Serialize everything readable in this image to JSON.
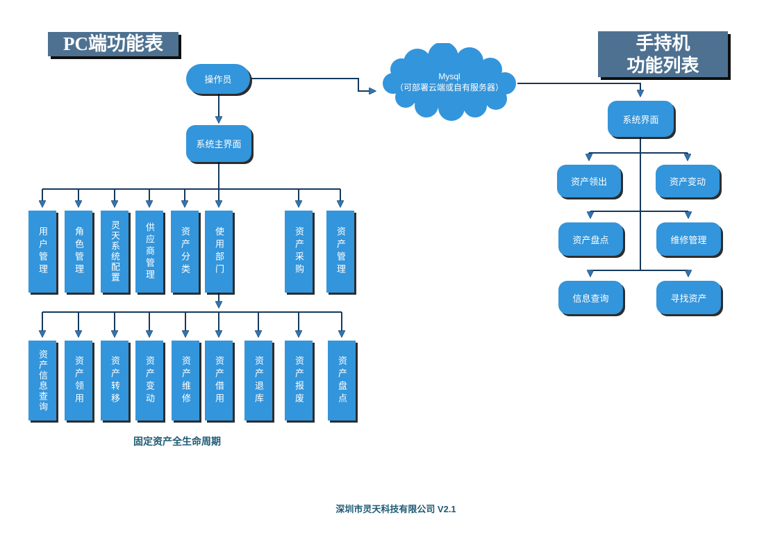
{
  "header": {
    "pc_title": "PC端功能表",
    "handheld_title_line1": "手持机",
    "handheld_title_line2": "功能列表"
  },
  "cloud": {
    "line1": "Mysql",
    "line2": "（可部署云端或自有服务器）"
  },
  "pc_tree": {
    "operator": "操作员",
    "main_screen": "系统主界面",
    "level1": [
      "用户管理",
      "角色管理",
      "灵天系统配置",
      "供应商管理",
      "资产分类",
      "使用部门",
      "资产采购",
      "资产管理"
    ],
    "level2": [
      "资产信息查询",
      "资产领用",
      "资产转移",
      "资产变动",
      "资产维修",
      "资产借用",
      "资产退库",
      "资产报废",
      "资产盘点"
    ],
    "lifecycle_label": "固定资产全生命周期"
  },
  "handheld_tree": {
    "root": "系统界面",
    "nodes": [
      "资产领出",
      "资产变动",
      "资产盘点",
      "维修管理",
      "信息查询",
      "寻找资产"
    ]
  },
  "footer": {
    "company": "深圳市灵天科技有限公司 V2.1"
  },
  "colors": {
    "node_blue": "#3395db",
    "title_bg": "#4e7191",
    "connector": "#14395c",
    "arrowhead": "#2e75b6",
    "accent_text": "#1d5a73"
  }
}
